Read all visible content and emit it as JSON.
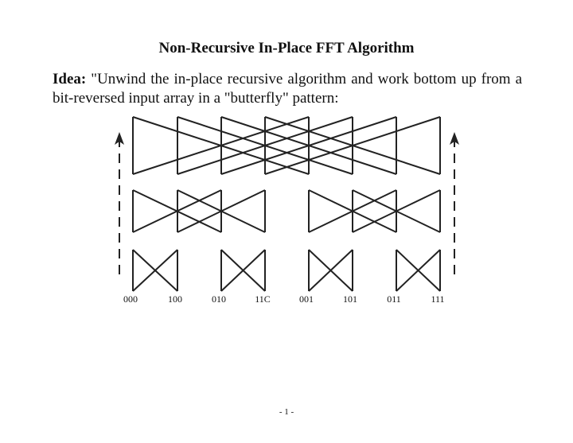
{
  "page": {
    "title": "Non-Recursive In-Place FFT Algorithm",
    "idea_label": "Idea:",
    "idea_text": " \"Unwind the in-place recursive algorithm and work bottom up from a bit-reversed input array in a \"butterfly\" pattern:",
    "page_number": "- 1 -"
  },
  "diagram": {
    "input_labels": [
      "000",
      "100",
      "010",
      "11C",
      "001",
      "101",
      "011",
      "111"
    ],
    "stroke_color": "#222222"
  }
}
